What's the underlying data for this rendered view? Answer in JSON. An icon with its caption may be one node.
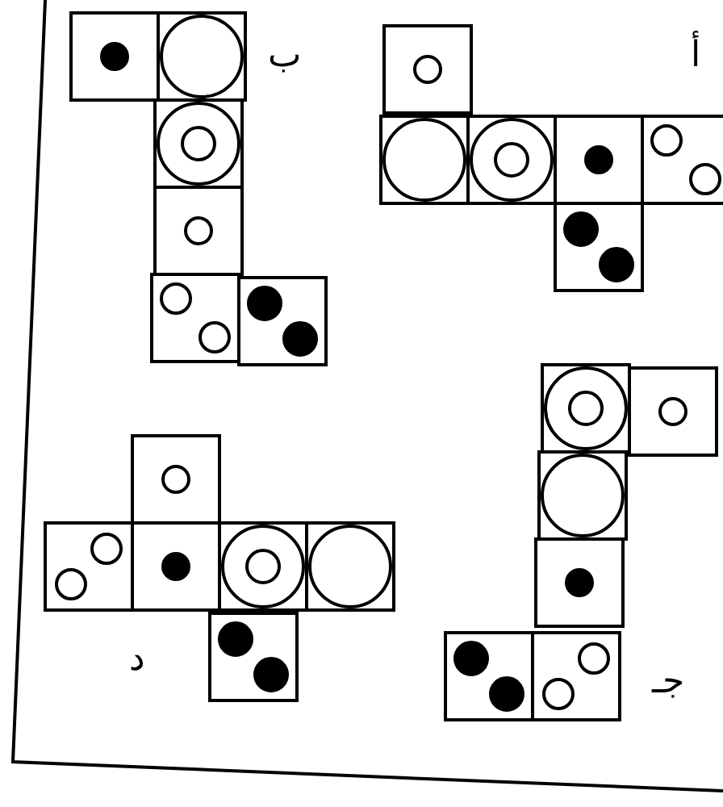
{
  "diagram": {
    "labels": [
      "أ",
      "ب",
      "جـ",
      "د"
    ]
  }
}
